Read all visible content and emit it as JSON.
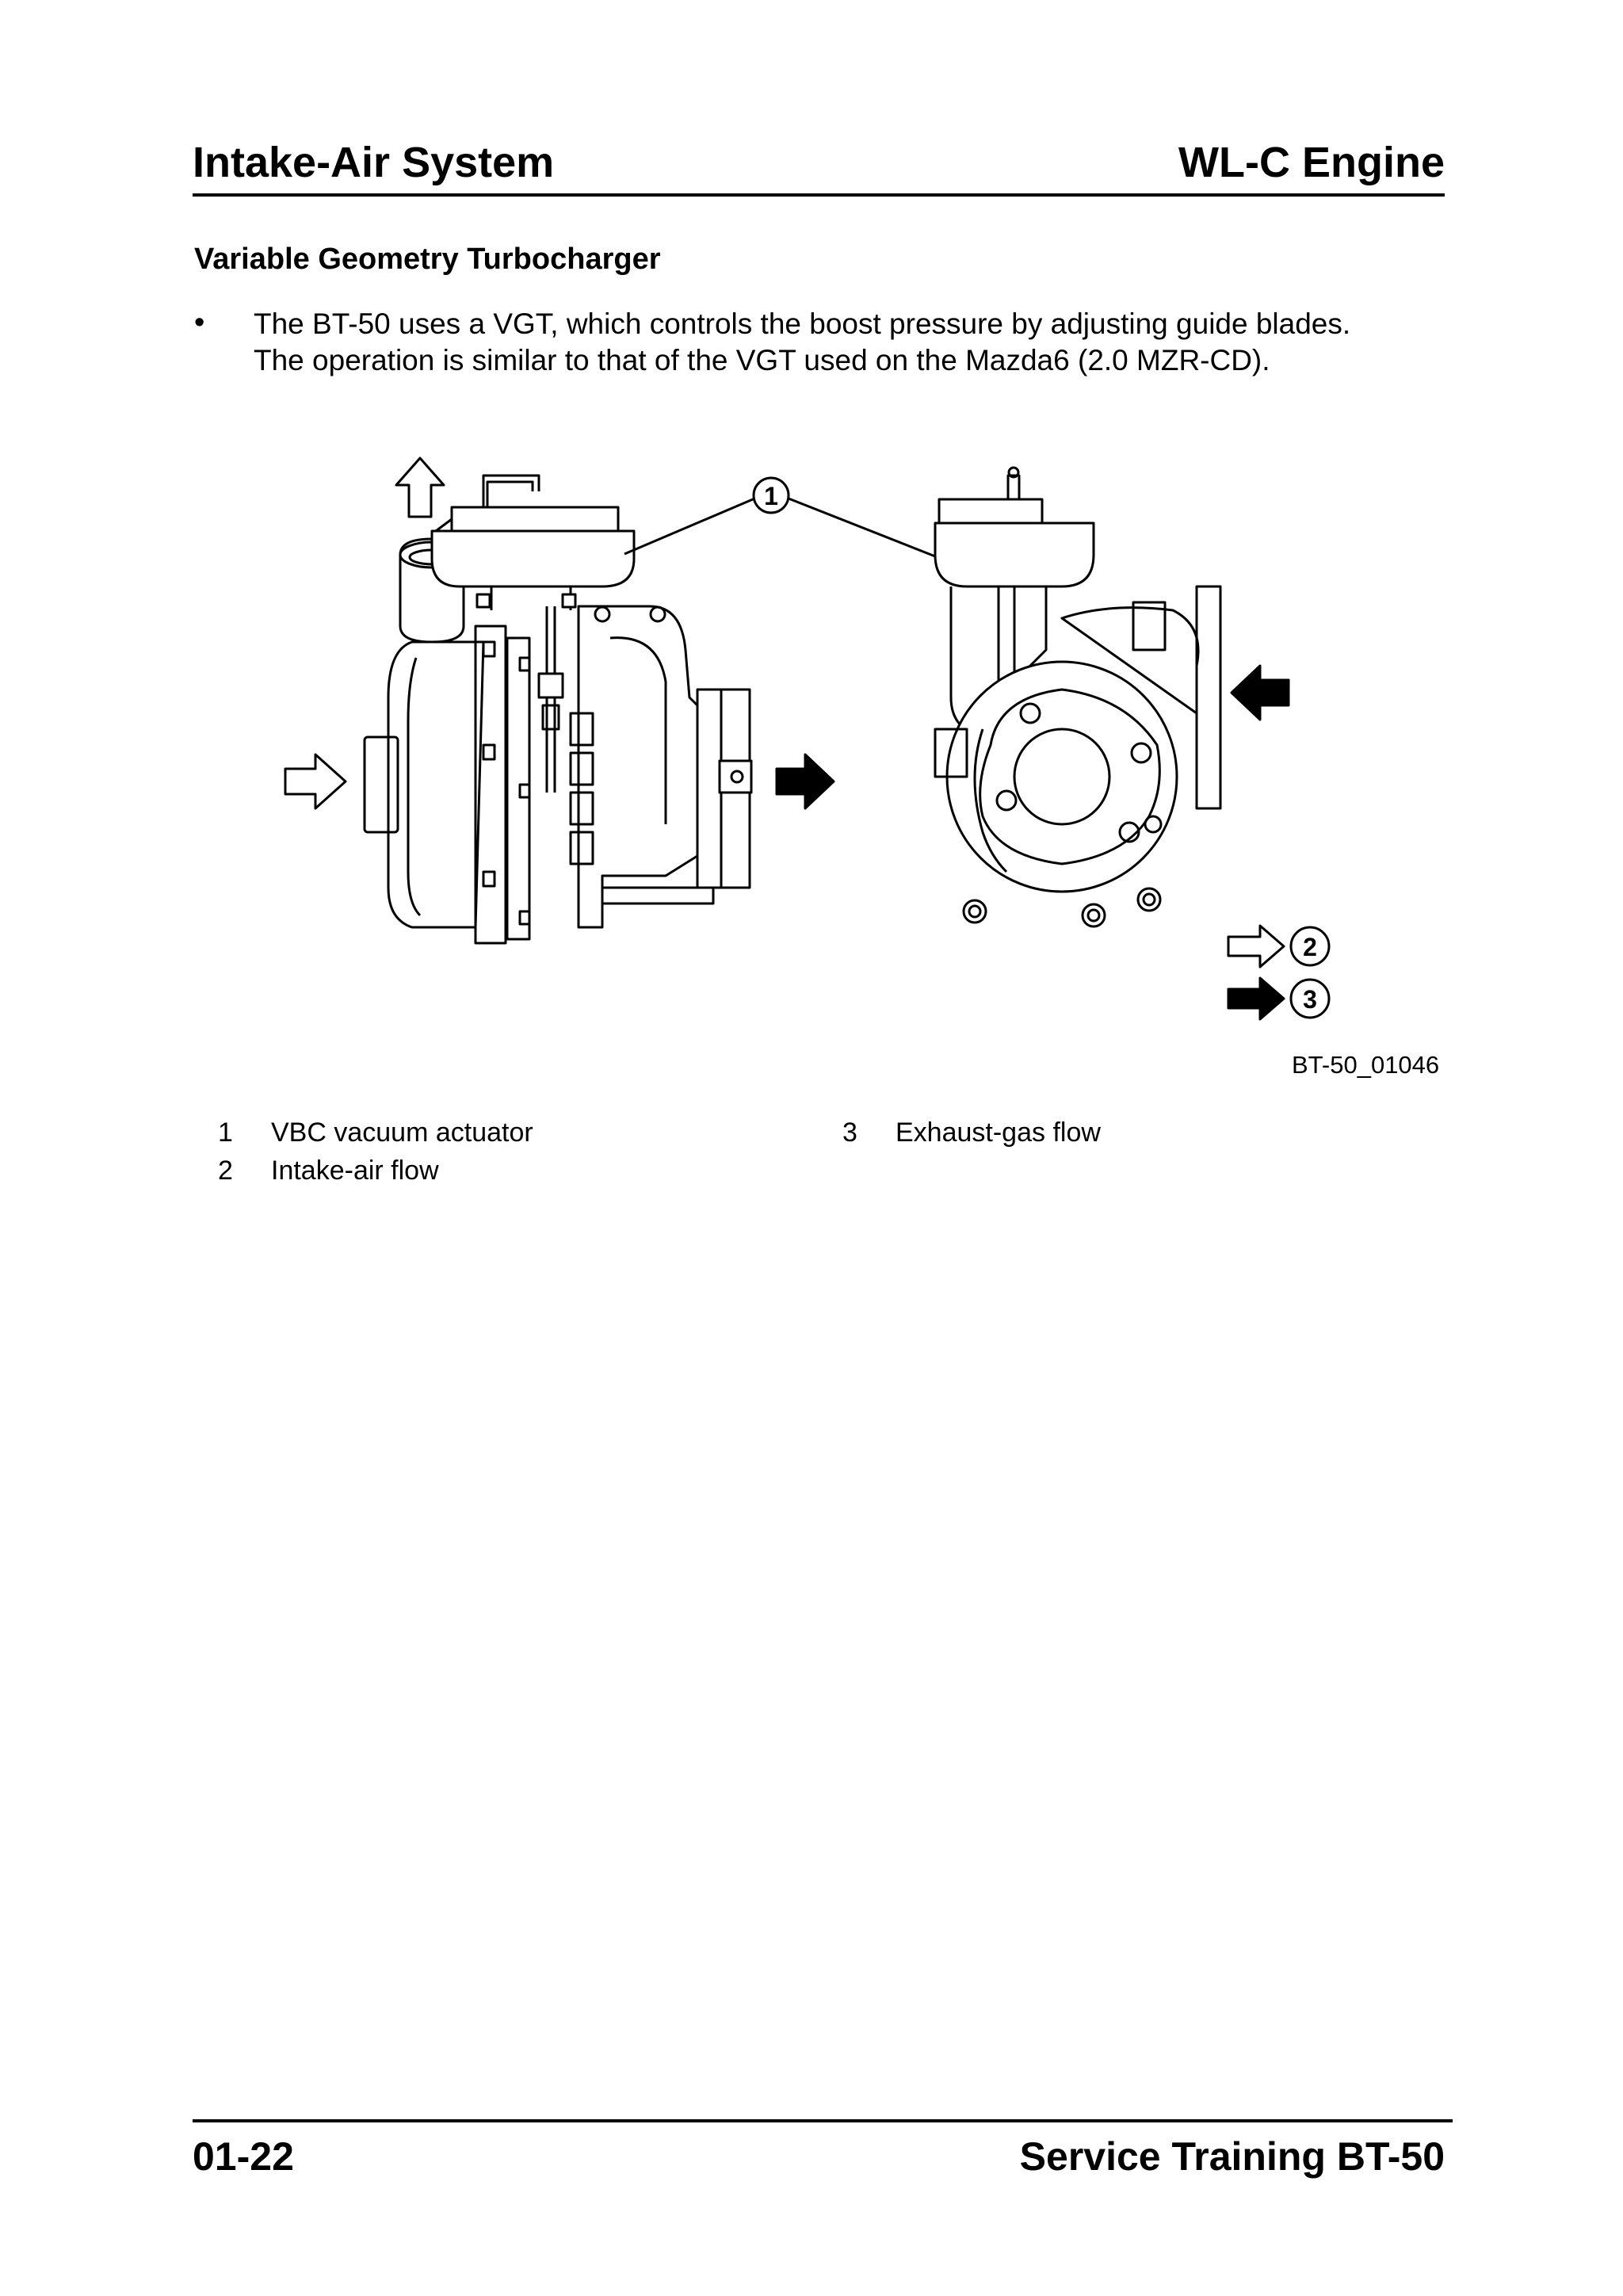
{
  "header": {
    "left": "Intake-Air System",
    "right": "WL-C Engine"
  },
  "section_title": "Variable Geometry Turbocharger",
  "bullets": [
    {
      "marker": "•",
      "lines": [
        "The BT-50 uses a VGT, which controls the boost pressure by adjusting guide blades.",
        "The operation is similar to that of the VGT used on the Mazda6 (2.0 MZR-CD)."
      ]
    }
  ],
  "figure": {
    "callouts": {
      "c1": "1",
      "c2": "2",
      "c3": "3"
    },
    "id": "BT-50_01046"
  },
  "legend": [
    {
      "num": "1",
      "label": "VBC vacuum actuator"
    },
    {
      "num": "2",
      "label": "Intake-air flow"
    },
    {
      "num": "3",
      "label": "Exhaust-gas flow"
    }
  ],
  "footer": {
    "left": "01-22",
    "right": "Service Training BT-50"
  }
}
